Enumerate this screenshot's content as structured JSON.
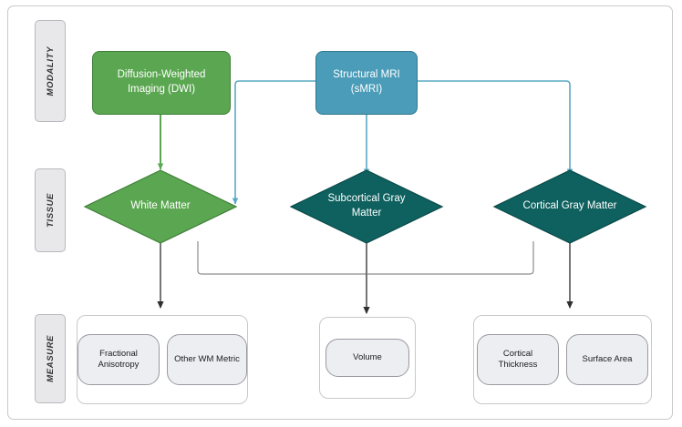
{
  "diagram": {
    "title": "Neuroimaging modality to tissue to measure flowchart",
    "colors": {
      "dwi_green": "#5ba751",
      "smri_blue": "#4a9cb8",
      "gray_matter_teal": "#0e615f",
      "edge_blue": "#5aa8c4",
      "edge_green": "#5ba751",
      "edge_gray": "#3a3a3c",
      "lane_fill": "#e8e8ea",
      "frame_border": "#c9c9cc"
    }
  },
  "lanes": [
    {
      "id": "modality",
      "label": "MODALITY"
    },
    {
      "id": "tissue",
      "label": "TISSUE"
    },
    {
      "id": "measure",
      "label": "MEASURE"
    }
  ],
  "modality_nodes": [
    {
      "id": "dwi",
      "label": "Diffusion-Weighted Imaging (DWI)",
      "line1": "Diffusion-Weighted",
      "line2": "Imaging (DWI)"
    },
    {
      "id": "smri",
      "label": "Structural MRI (sMRI)",
      "line1": "Structural MRI",
      "line2": "(sMRI)"
    }
  ],
  "tissue_nodes": [
    {
      "id": "white-matter",
      "label": "White Matter"
    },
    {
      "id": "subcortical-gray-matter",
      "label": "Subcortical Gray Matter"
    },
    {
      "id": "cortical-gray-matter",
      "label": "Cortical Gray Matter"
    }
  ],
  "measure_groups": [
    {
      "id": "wm-measures",
      "items": [
        {
          "id": "fractional-anisotropy",
          "label": "Fractional Anisotropy"
        },
        {
          "id": "other-wm-metric",
          "label": "Other WM Metric"
        }
      ]
    },
    {
      "id": "subcortical-measures",
      "items": [
        {
          "id": "volume",
          "label": "Volume"
        }
      ]
    },
    {
      "id": "cortical-measures",
      "items": [
        {
          "id": "cortical-thickness",
          "label": "Cortical Thickness"
        },
        {
          "id": "surface-area",
          "label": "Surface Area"
        }
      ]
    }
  ],
  "edges": [
    {
      "id": "dwi-to-white-matter",
      "from": "dwi",
      "to": "white-matter",
      "color": "#5ba751"
    },
    {
      "id": "smri-to-white-matter",
      "from": "smri",
      "to": "white-matter",
      "color": "#5aa8c4"
    },
    {
      "id": "smri-to-subcortical-gray-matter",
      "from": "smri",
      "to": "subcortical-gray-matter",
      "color": "#5aa8c4"
    },
    {
      "id": "smri-to-cortical-gray-matter",
      "from": "smri",
      "to": "cortical-gray-matter",
      "color": "#5aa8c4"
    },
    {
      "id": "white-matter-to-wm-measures",
      "from": "white-matter",
      "to": "wm-measures",
      "color": "#3a3a3c"
    },
    {
      "id": "white-matter-to-subcortical-measures",
      "from": "white-matter",
      "to": "subcortical-measures",
      "color": "#6e6e72"
    },
    {
      "id": "subcortical-gray-matter-to-subcortical-measures",
      "from": "subcortical-gray-matter",
      "to": "subcortical-measures",
      "color": "#3a3a3c"
    },
    {
      "id": "cortical-gray-matter-to-subcortical-measures",
      "from": "cortical-gray-matter",
      "to": "subcortical-measures",
      "color": "#6e6e72"
    },
    {
      "id": "cortical-gray-matter-to-cortical-measures",
      "from": "cortical-gray-matter",
      "to": "cortical-measures",
      "color": "#3a3a3c"
    }
  ]
}
